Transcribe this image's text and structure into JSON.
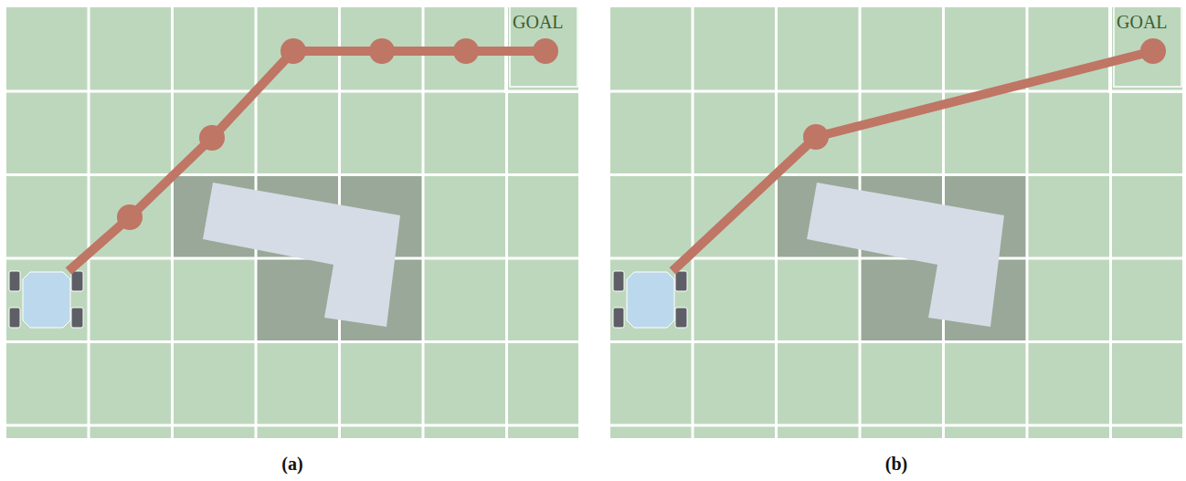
{
  "diagram": {
    "labels": [
      "GOAL",
      "(a)",
      "GOAL",
      "(b)"
    ]
  }
}
